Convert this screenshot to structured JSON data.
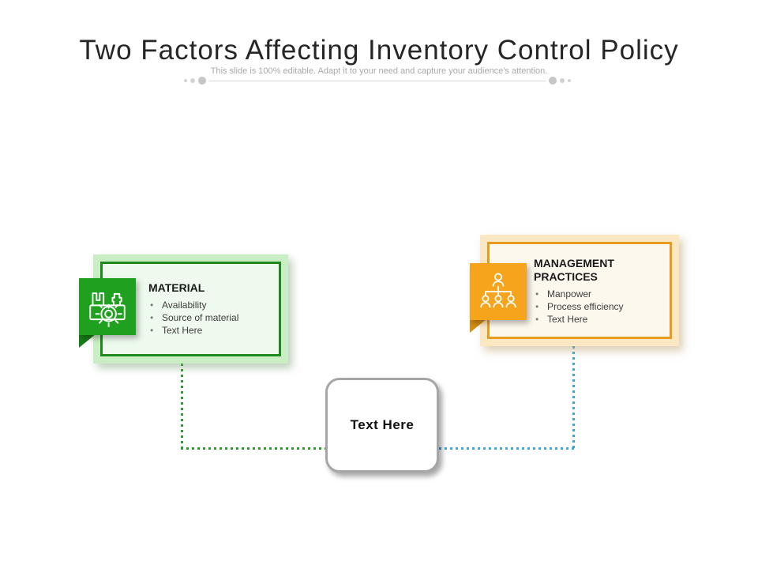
{
  "slide": {
    "title": "Two Factors Affecting Inventory Control Policy",
    "subtitle": "This slide is 100% editable. Adapt it to your need and capture your audience's attention."
  },
  "cards": {
    "material": {
      "heading": "MATERIAL",
      "bullets": [
        "Availability",
        "Source of material",
        "Text Here"
      ],
      "icon": "factory-gear-icon",
      "accent_color": "#1FA01F",
      "border_color": "#1E8A1E",
      "fill_color": "#EDFAED",
      "connector_color": "#2F9B2F"
    },
    "management": {
      "heading": "MANAGEMENT PRACTICES",
      "bullets": [
        "Manpower",
        "Process efficiency",
        "Text Here"
      ],
      "icon": "org-chart-icon",
      "accent_color": "#F6A41B",
      "border_color": "#E89B1E",
      "fill_color": "#FDF8EE",
      "connector_color": "#41A5D6"
    }
  },
  "center_node": {
    "label": "Text Here",
    "border_color": "#A6A6A6"
  }
}
